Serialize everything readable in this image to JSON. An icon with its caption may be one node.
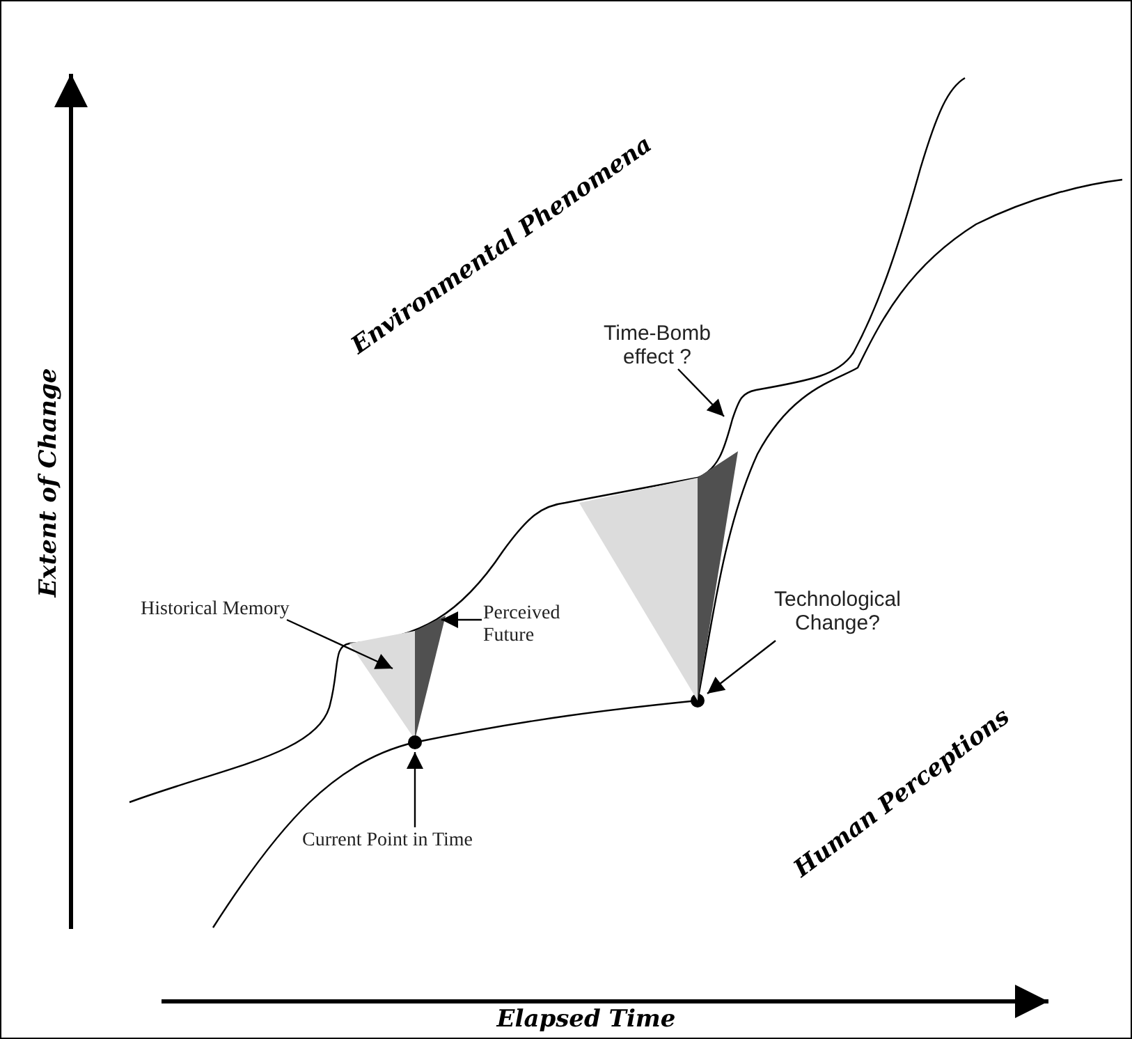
{
  "diagram": {
    "nodes": [
      {
        "text": [
          "Time-Bomb effect ?"
        ]
      },
      {
        "text": [
          "Historical Memory"
        ]
      },
      {
        "text": [
          "Technological Change?"
        ]
      },
      {
        "text": [
          "Perceived Future"
        ]
      },
      {
        "text": [
          "Current Point in Time"
        ]
      },
      {
        "text": [],
        "shape": "triangle"
      },
      {
        "text": [],
        "shape": "triangle"
      },
      {
        "text": [],
        "shape": "circle"
      },
      {
        "text": [],
        "shape": "circle"
      },
      {
        "text": [],
        "shape": "triangle"
      },
      {
        "text": [],
        "shape": "triangle"
      }
    ],
    "edges": [
      {
        "from": 0,
        "to": null,
        "arrow": "to"
      },
      {
        "from": 1,
        "to": 5,
        "arrow": "to"
      },
      {
        "from": 2,
        "to": 8,
        "arrow": "to"
      },
      {
        "from": 3,
        "to": 6,
        "arrow": "to"
      },
      {
        "from": 4,
        "to": 7,
        "arrow": "to"
      }
    ],
    "labels": [
      "Environmental Phenomena",
      "Extent of Change",
      "Human Perceptions",
      "Elapsed Time"
    ]
  }
}
